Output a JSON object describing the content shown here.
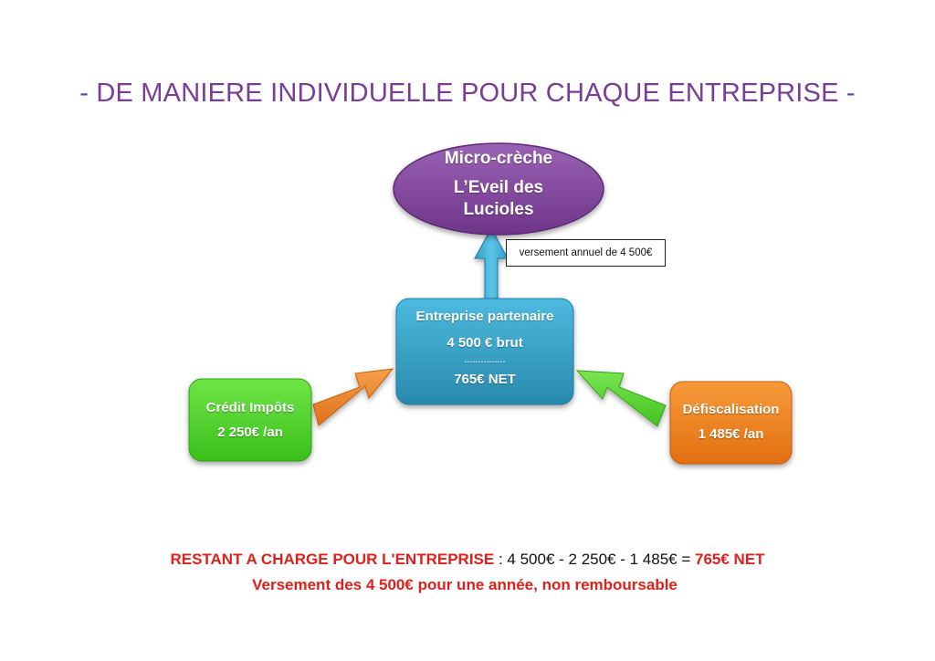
{
  "title": "- DE MANIERE INDIVIDUELLE POUR CHAQUE ENTREPRISE -",
  "nodes": {
    "micro_creche": {
      "line1": "Micro-crèche",
      "line2": "L’Eveil des",
      "line3": "Lucioles"
    },
    "partner": {
      "label": "Entreprise partenaire",
      "gross": "4 500 € brut",
      "separator": "---------------",
      "net": "765€ NET"
    },
    "credit": {
      "label": "Crédit Impôts",
      "value": "2 250€ /an"
    },
    "defisc": {
      "label": "Défiscalisation",
      "value": "1 485€ /an"
    }
  },
  "callout": "versement annuel de 4 500€",
  "summary": {
    "label": "RESTANT A CHARGE POUR L'ENTREPRISE",
    "colon": " : ",
    "calc": "4 500€ - 2 250€ - 1 485€ =",
    "result": "765€ NET",
    "note": "Versement des 4 500€ pour une année, non remboursable"
  },
  "colors": {
    "title": "#7a3d97",
    "ellipse": "#7f4597",
    "partner": "#2f9ec4",
    "credit": "#4fd62c",
    "defisc": "#f07f1c",
    "arrow_up": "#3eb1d6",
    "arrow_left": "#f08a24",
    "arrow_right": "#5ed12f",
    "summary_red": "#e0201b"
  }
}
